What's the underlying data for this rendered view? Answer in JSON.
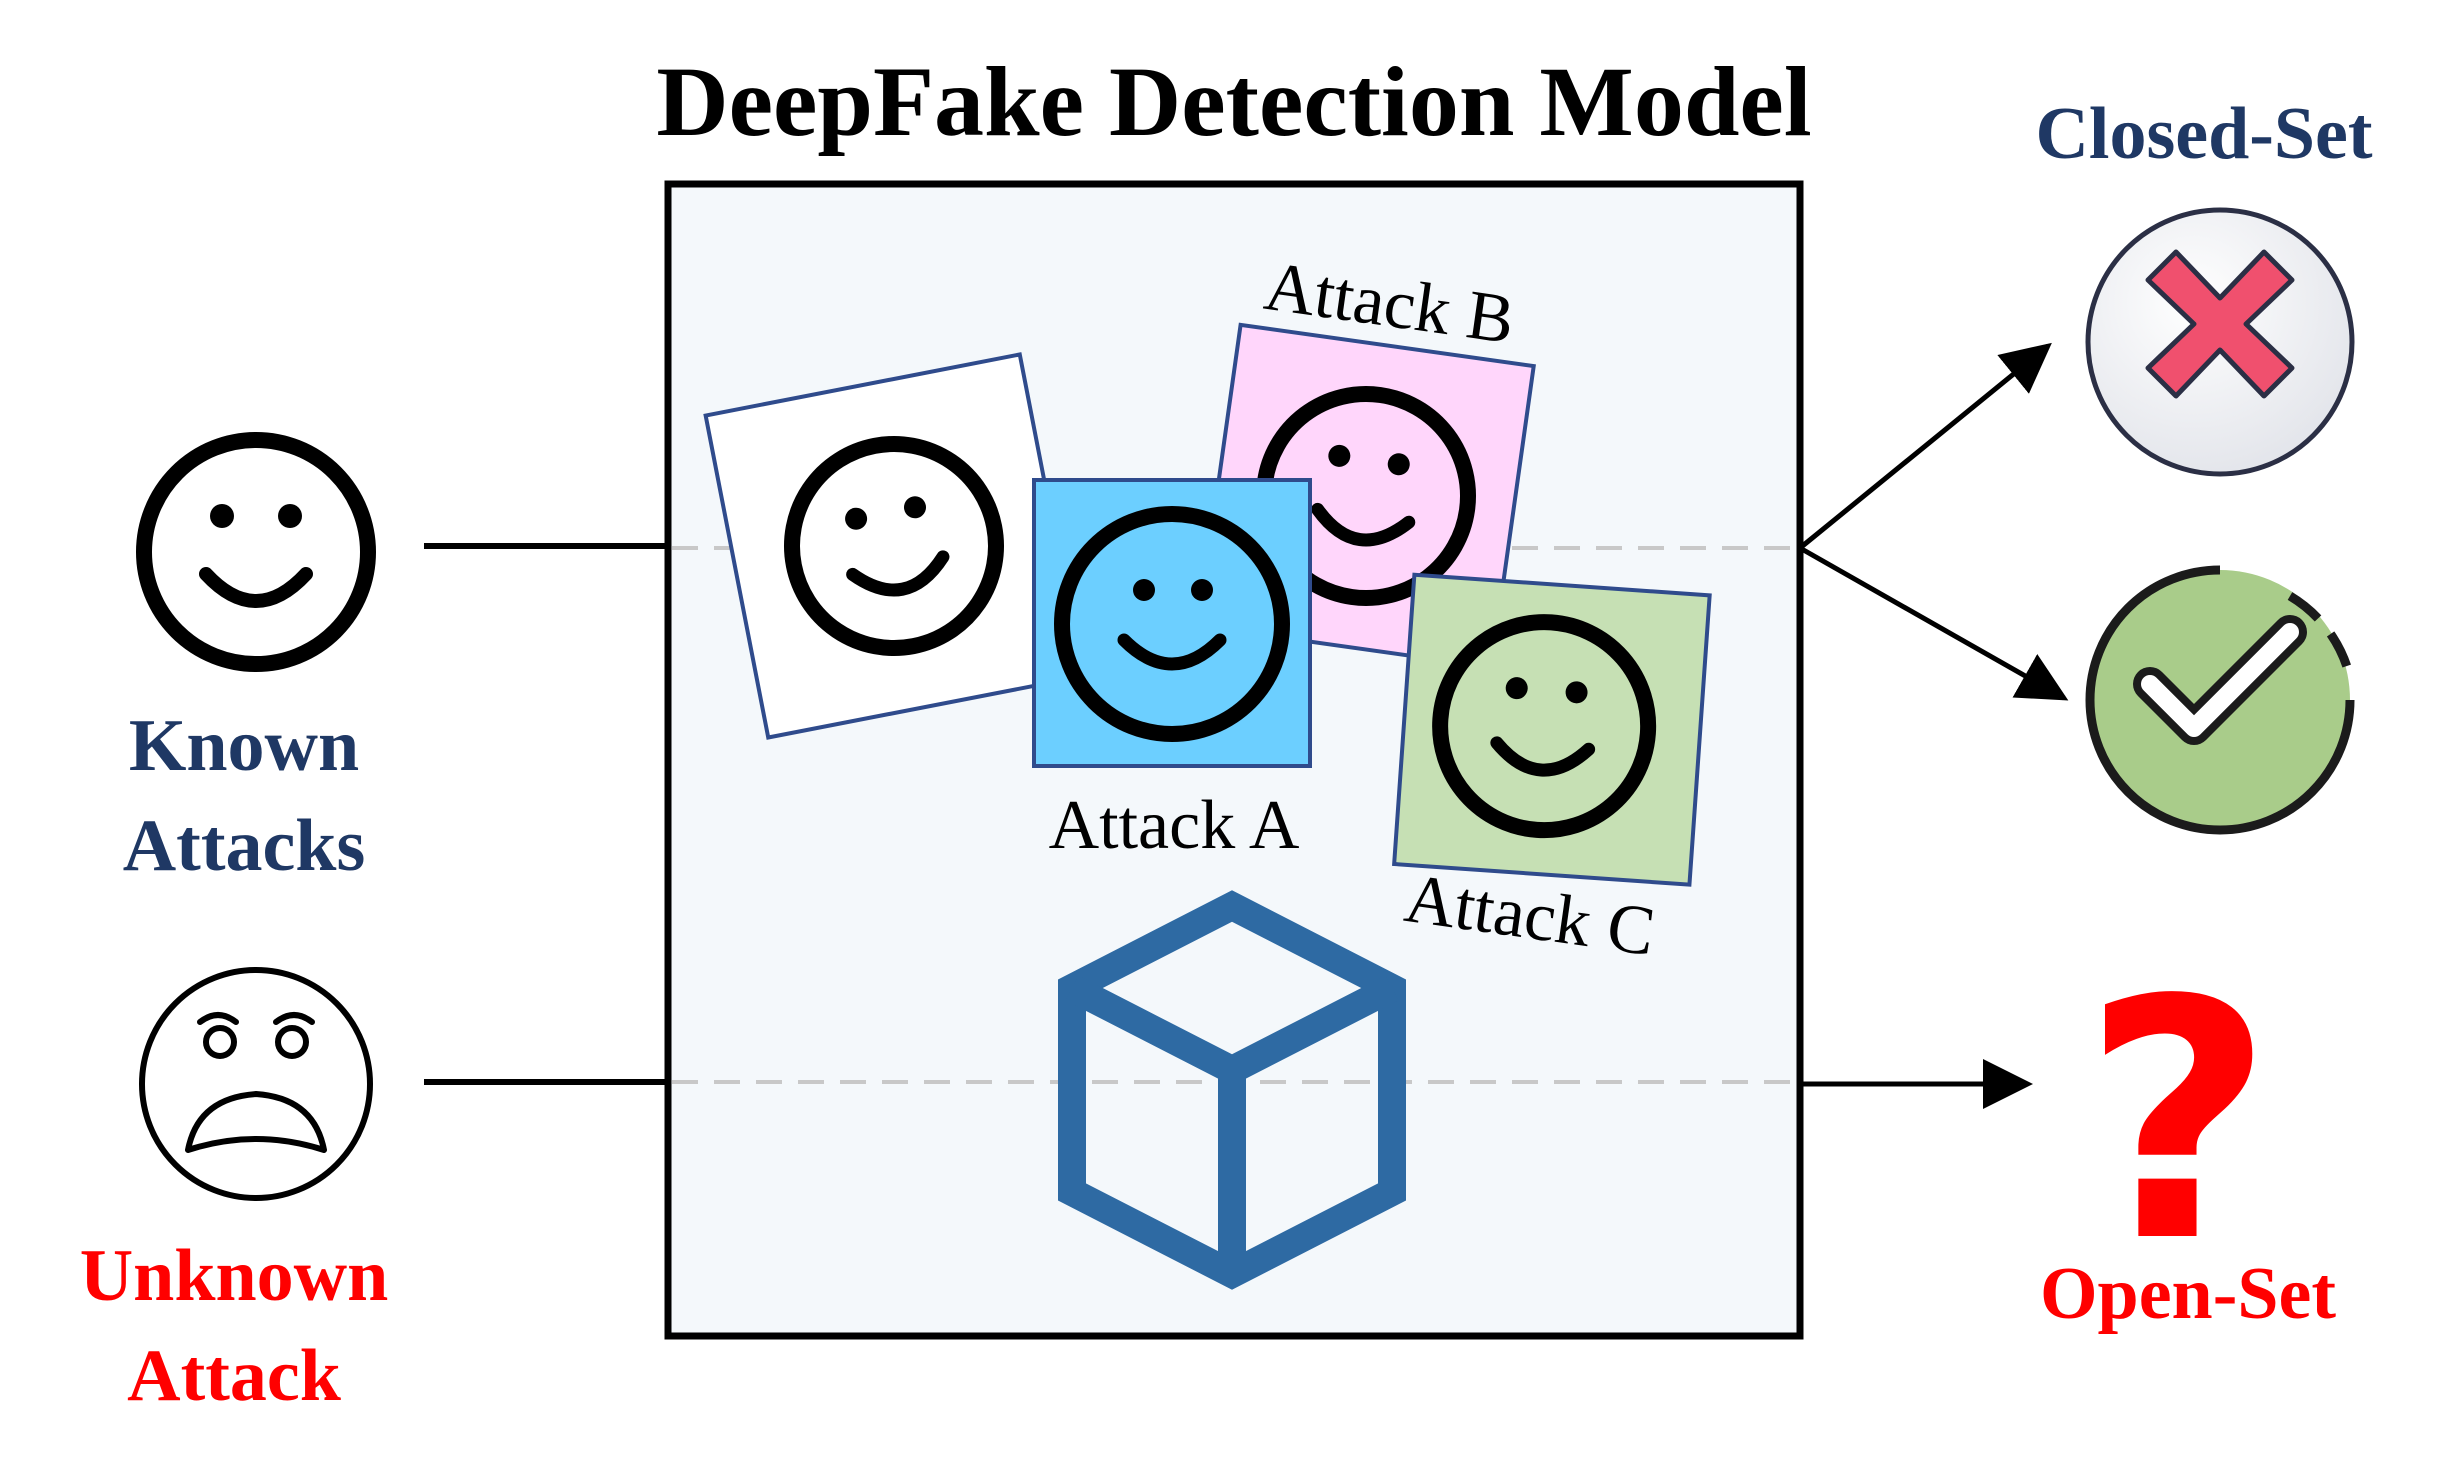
{
  "title": "DeepFake Detection Model",
  "inputs": {
    "known": {
      "line1": "Known",
      "line2": "Attacks"
    },
    "unknown": {
      "line1": "Unknown",
      "line2": "Attack"
    }
  },
  "attacks": {
    "a": "Attack A",
    "b": "Attack B",
    "c": "Attack C"
  },
  "outputs": {
    "closed_set": "Closed-Set",
    "open_set": "Open-Set",
    "open_set_symbol": "?"
  },
  "colors": {
    "navy": "#1f3864",
    "red": "#ff0000",
    "model_fill": "#f4f8fb",
    "cube": "#2e6aa3",
    "face_blue": "#6ccfff",
    "face_pink": "#ffd6fb",
    "face_green": "#c6e0b4",
    "cross_red": "#f0506e",
    "check_green": "#a9cc8a"
  }
}
